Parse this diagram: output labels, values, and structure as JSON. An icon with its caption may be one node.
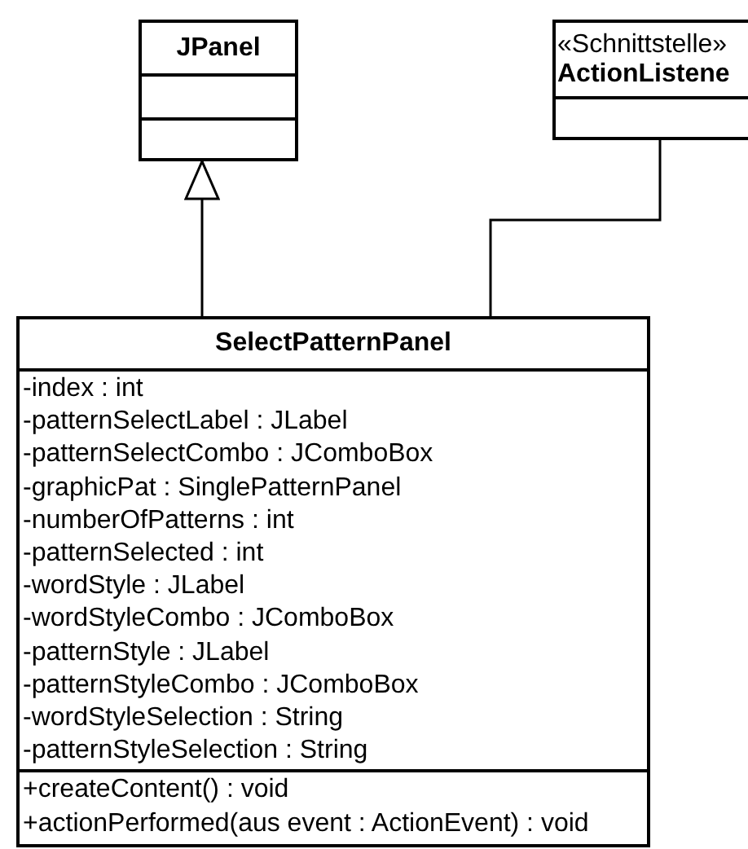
{
  "diagram": {
    "nodes": [
      {
        "text": [
          "JPanel"
        ]
      },
      {
        "text": [
          "«Schnittstelle»",
          "ActionListene"
        ]
      },
      {
        "text": [
          "SelectPatternPanel",
          "-index : int",
          "-patternSelectLabel : JLabel",
          "-patternSelectCombo : JComboBox",
          "-graphicPat : SinglePatternPanel",
          "-numberOfPatterns : int",
          "-patternSelected : int",
          "-wordStyle : JLabel",
          "-wordStyleCombo : JComboBox",
          "-patternStyle : JLabel",
          "-patternStyleCombo : JComboBox",
          "-wordStyleSelection : String",
          "-patternStyleSelection : String",
          "+createContent() : void",
          "+actionPerformed(aus event : ActionEvent) : void"
        ]
      }
    ],
    "edges": [
      {
        "from": 2,
        "to": 0,
        "arrow": "to"
      },
      {
        "from": 2,
        "to": 1,
        "arrow": "none"
      }
    ]
  }
}
